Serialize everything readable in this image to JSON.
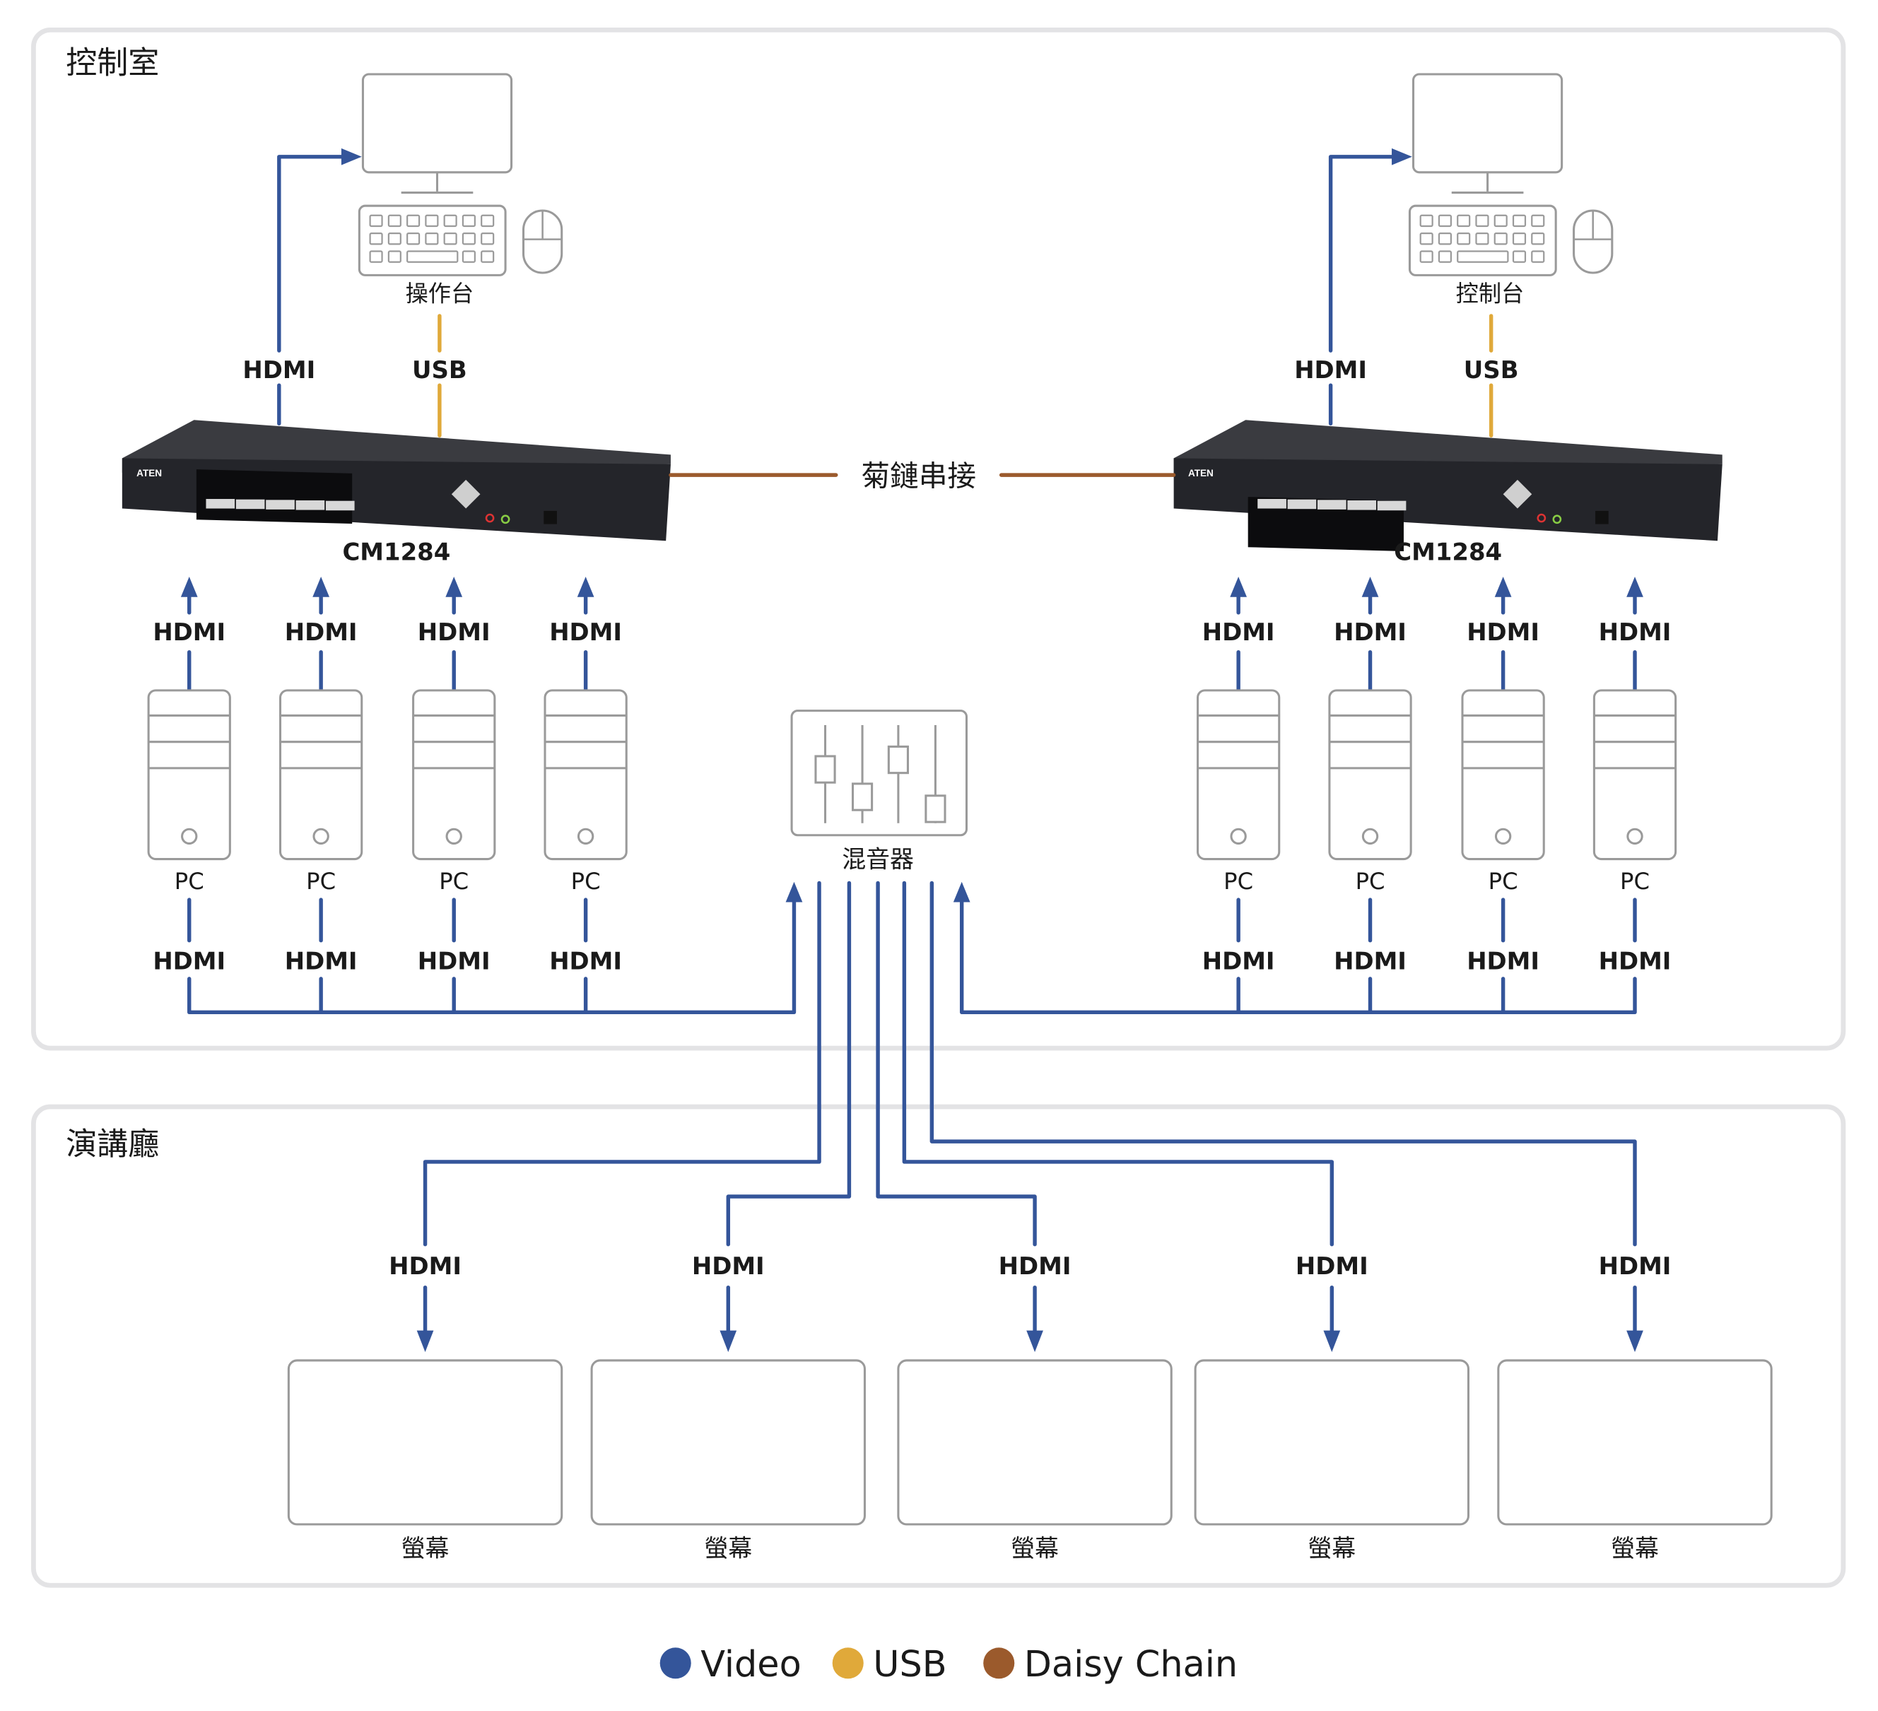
{
  "rooms": {
    "control_room": "控制室",
    "lecture_hall": "演講廳"
  },
  "consoles": [
    {
      "label": "操作台",
      "video_link": "HDMI",
      "usb_link": "USB"
    },
    {
      "label": "控制台",
      "video_link": "HDMI",
      "usb_link": "USB"
    }
  ],
  "kvm_switches": [
    {
      "model": "CM1284",
      "brand": "ATEN"
    },
    {
      "model": "CM1284",
      "brand": "ATEN"
    }
  ],
  "daisy_chain_label": "菊鏈串接",
  "pc_groups": [
    {
      "pcs": [
        "PC",
        "PC",
        "PC",
        "PC"
      ],
      "upper_links": [
        "HDMI",
        "HDMI",
        "HDMI",
        "HDMI"
      ],
      "lower_links": [
        "HDMI",
        "HDMI",
        "HDMI",
        "HDMI"
      ]
    },
    {
      "pcs": [
        "PC",
        "PC",
        "PC",
        "PC"
      ],
      "upper_links": [
        "HDMI",
        "HDMI",
        "HDMI",
        "HDMI"
      ],
      "lower_links": [
        "HDMI",
        "HDMI",
        "HDMI",
        "HDMI"
      ]
    }
  ],
  "mixer": {
    "label": "混音器"
  },
  "displays": [
    {
      "label": "螢幕",
      "link": "HDMI"
    },
    {
      "label": "螢幕",
      "link": "HDMI"
    },
    {
      "label": "螢幕",
      "link": "HDMI"
    },
    {
      "label": "螢幕",
      "link": "HDMI"
    },
    {
      "label": "螢幕",
      "link": "HDMI"
    }
  ],
  "legend": [
    {
      "label": "Video",
      "color": "#34559a"
    },
    {
      "label": "USB",
      "color": "#e0a93a"
    },
    {
      "label": "Daisy Chain",
      "color": "#9b5a2c"
    }
  ]
}
